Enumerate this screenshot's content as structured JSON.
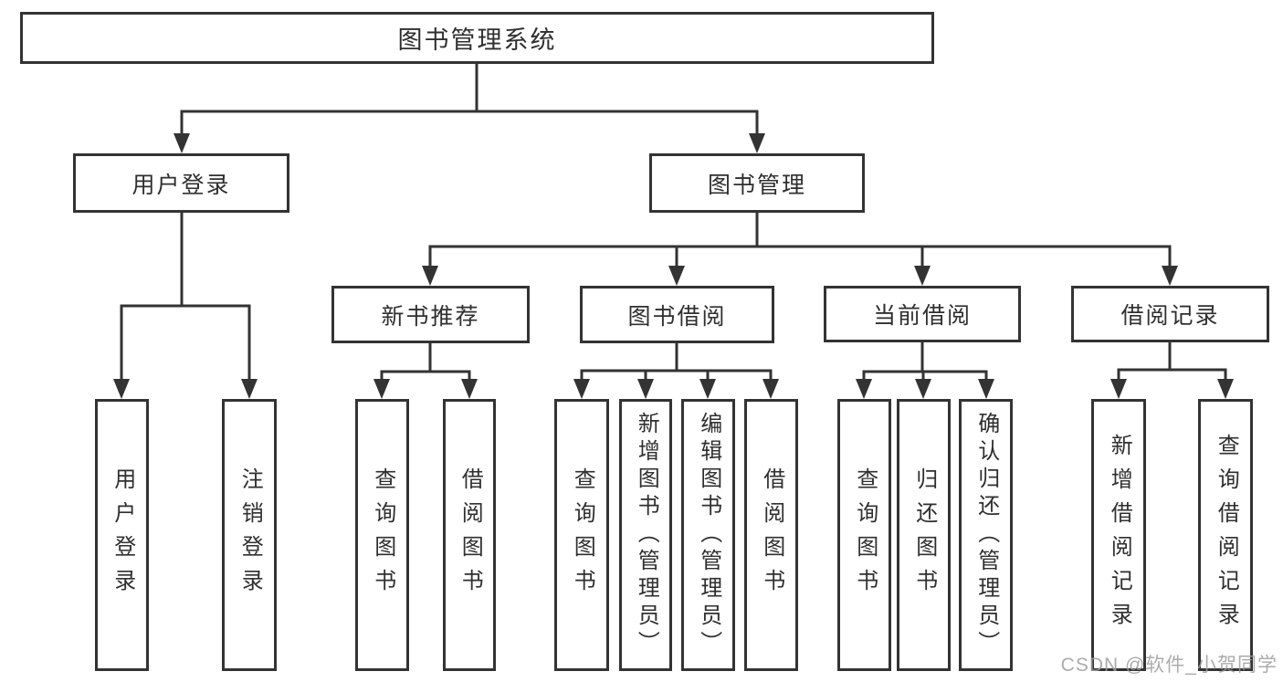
{
  "diagram_title": "图书管理系统",
  "tree": {
    "root": {
      "label": "图书管理系统",
      "children": [
        {
          "label": "用户登录",
          "children": [
            {
              "label": "用户登录"
            },
            {
              "label": "注销登录"
            }
          ]
        },
        {
          "label": "图书管理",
          "children": [
            {
              "label": "新书推荐",
              "children": [
                {
                  "label": "查询图书"
                },
                {
                  "label": "借阅图书"
                }
              ]
            },
            {
              "label": "图书借阅",
              "children": [
                {
                  "label": "查询图书"
                },
                {
                  "label": "新增图书（管理员）"
                },
                {
                  "label": "编辑图书（管理员）"
                },
                {
                  "label": "借阅图书"
                }
              ]
            },
            {
              "label": "当前借阅",
              "children": [
                {
                  "label": "查询图书"
                },
                {
                  "label": "归还图书"
                },
                {
                  "label": "确认归还（管理员）"
                }
              ]
            },
            {
              "label": "借阅记录",
              "children": [
                {
                  "label": "新增借阅记录"
                },
                {
                  "label": "查询借阅记录"
                }
              ]
            }
          ]
        }
      ]
    }
  },
  "watermark": {
    "text": "CSDN @软件_小贺同学"
  },
  "colors": {
    "line": "#333333",
    "box_border": "#333333",
    "text": "#2f2f2f",
    "background": "#ffffff",
    "watermark": "#9c9c9c"
  }
}
